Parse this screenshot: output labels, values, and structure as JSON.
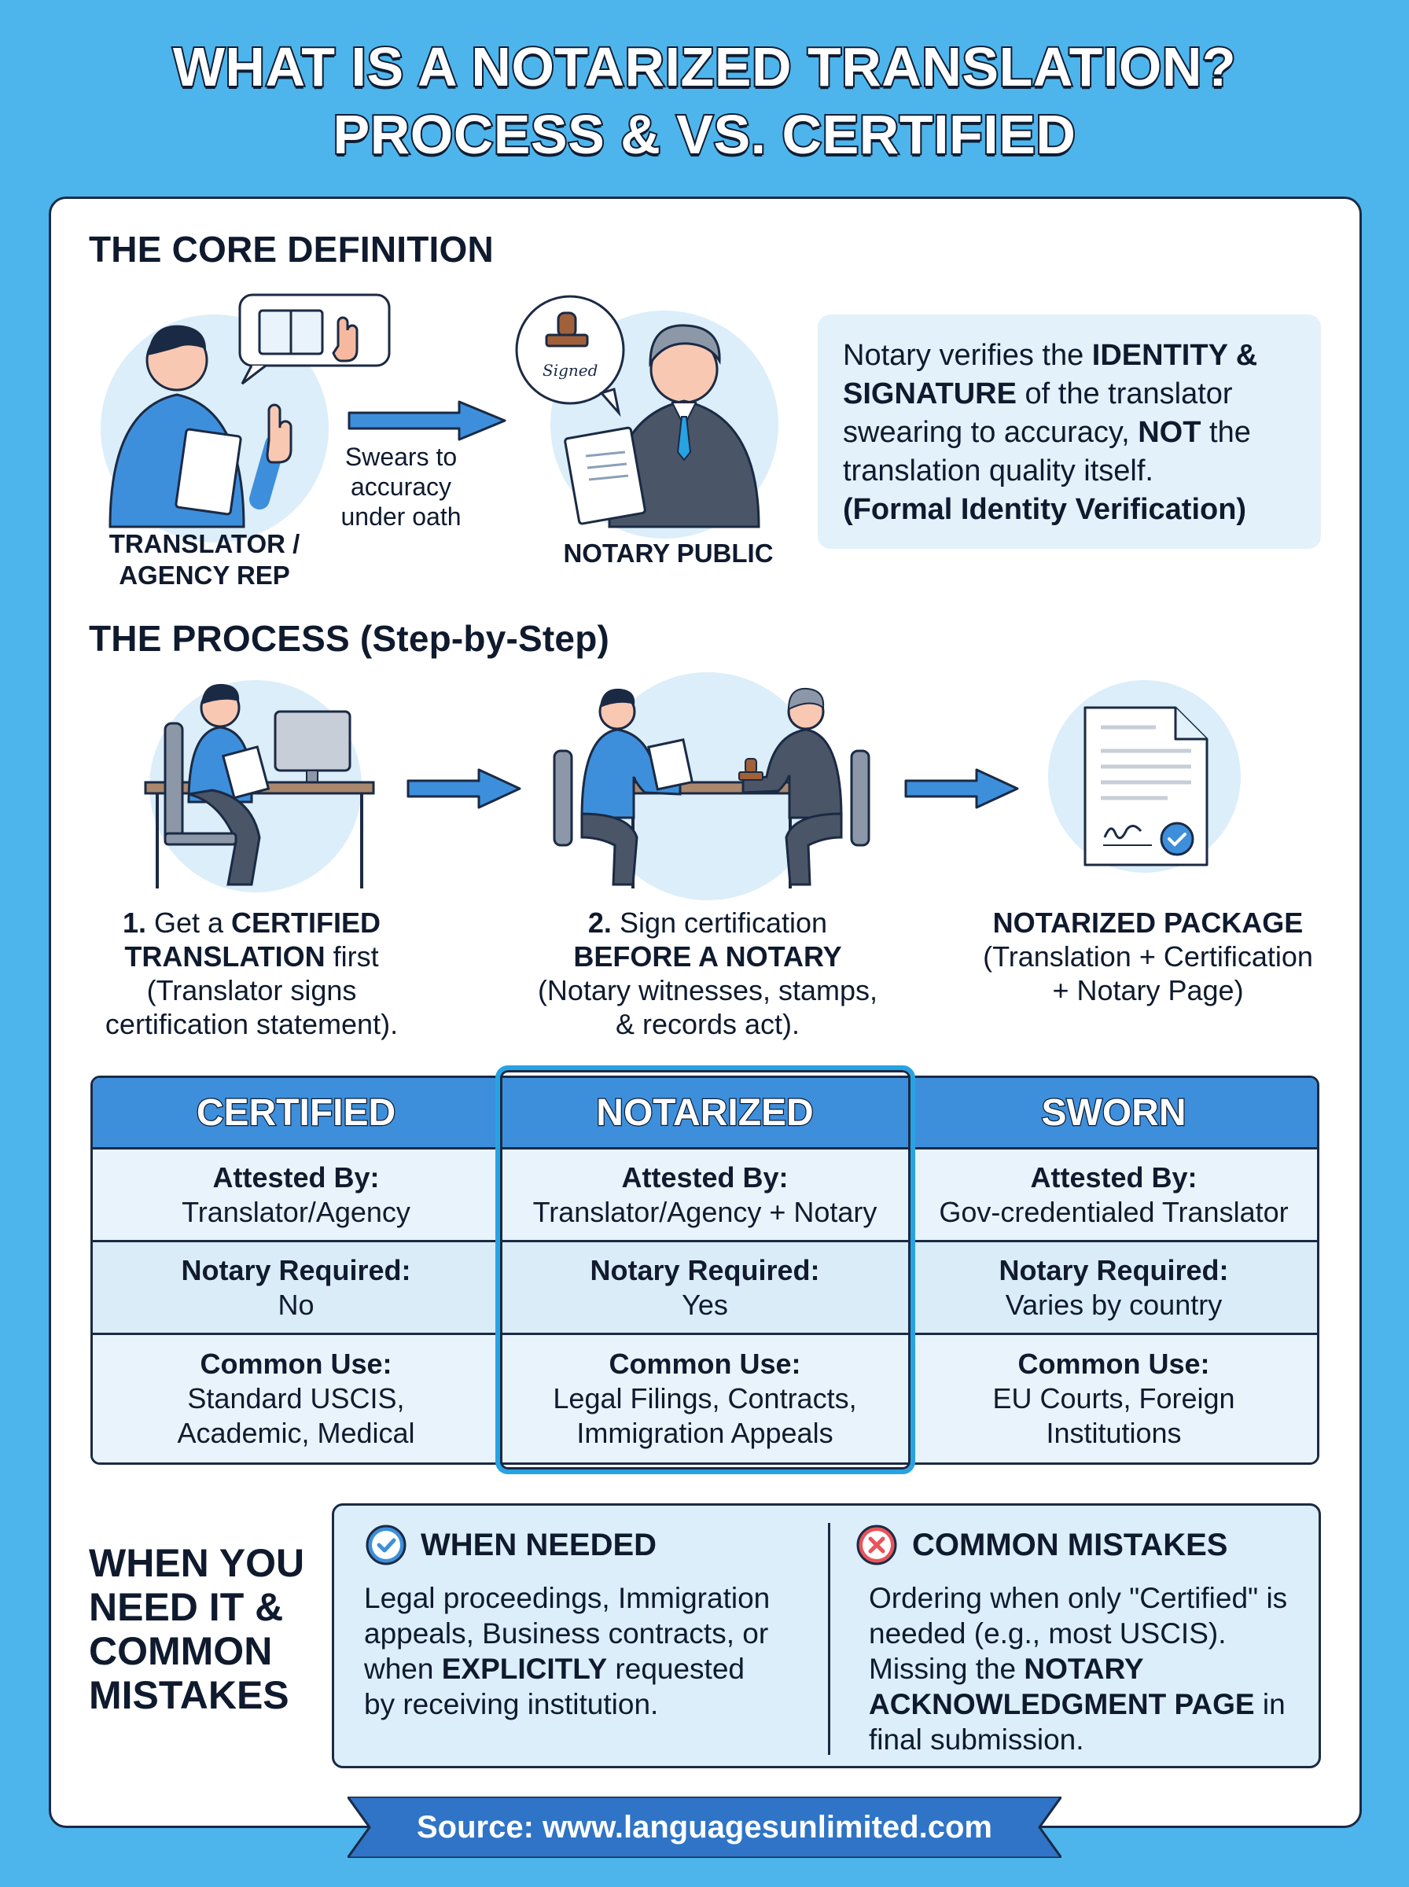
{
  "title": {
    "line1": "WHAT IS A NOTARIZED TRANSLATION?",
    "line2": "PROCESS & VS. CERTIFIED"
  },
  "core": {
    "heading": "THE CORE DEFINITION",
    "translator_label_1": "TRANSLATOR /",
    "translator_label_2": "AGENCY REP",
    "arrow_text_1": "Swears to",
    "arrow_text_2": "accuracy",
    "arrow_text_3": "under oath",
    "notary_label": "NOTARY PUBLIC",
    "stamp_signature": "Signed",
    "definition": {
      "t1": "Notary verifies the ",
      "b1": "IDENTITY &",
      "b2": "SIGNATURE",
      "t2": " of the translator",
      "t3": "swearing to accuracy, ",
      "b3": "NOT",
      "t4": " the",
      "t5": "translation quality itself.",
      "b4": "(Formal Identity Verification)"
    }
  },
  "process": {
    "heading": "THE PROCESS (Step-by-Step)",
    "step1": {
      "a": "1.",
      "b": " Get a ",
      "c": "CERTIFIED",
      "d": "TRANSLATION",
      "e": " first",
      "f": "(Translator signs",
      "g": "certification statement)."
    },
    "step2": {
      "a": "2.",
      "b": " Sign certification",
      "c": "BEFORE A NOTARY",
      "d": "(Notary witnesses, stamps,",
      "e": "& records act)."
    },
    "step3": {
      "a": "NOTARIZED PACKAGE",
      "b": "(Translation + Certification",
      "c": "+ Notary Page)"
    }
  },
  "comparison": {
    "columns": [
      {
        "header": "CERTIFIED",
        "attested_key": "Attested By:",
        "attested_val": "Translator/Agency",
        "notary_key": "Notary Required:",
        "notary_val": "No",
        "use_key": "Common Use:",
        "use_val_1": "Standard USCIS,",
        "use_val_2": "Academic, Medical"
      },
      {
        "header": "NOTARIZED",
        "attested_key": "Attested By:",
        "attested_val": "Translator/Agency + Notary",
        "notary_key": "Notary Required:",
        "notary_val": "Yes",
        "use_key": "Common Use:",
        "use_val_1": "Legal Filings, Contracts,",
        "use_val_2": "Immigration Appeals"
      },
      {
        "header": "SWORN",
        "attested_key": "Attested By:",
        "attested_val": "Gov-credentialed Translator",
        "notary_key": "Notary Required:",
        "notary_val": "Varies by country",
        "use_key": "Common Use:",
        "use_val_1": "EU Courts, Foreign",
        "use_val_2": "Institutions"
      }
    ]
  },
  "when": {
    "title_1": "WHEN YOU",
    "title_2": "NEED IT &",
    "title_3": "COMMON",
    "title_4": "MISTAKES",
    "needed_heading": "WHEN NEEDED",
    "needed_1": "Legal proceedings, Immigration",
    "needed_2": "appeals, Business contracts, or",
    "needed_3a": "when ",
    "needed_3b": "EXPLICITLY",
    "needed_3c": " requested",
    "needed_4": "by receiving institution.",
    "mistakes_heading": "COMMON MISTAKES",
    "mistakes_1": "Ordering when only \"Certified\" is",
    "mistakes_2": "needed (e.g., most USCIS).",
    "mistakes_3a": "Missing the ",
    "mistakes_3b": "NOTARY",
    "mistakes_4a": "ACKNOWLEDGMENT PAGE",
    "mistakes_4b": " in",
    "mistakes_5": "final submission."
  },
  "source": "Source: www.languagesunlimited.com",
  "colors": {
    "background": "#4db5ec",
    "accent_blue": "#3d8fdc",
    "highlight": "#27a3e4",
    "light_panel": "#dceef9",
    "ink": "#0f1a2e"
  }
}
